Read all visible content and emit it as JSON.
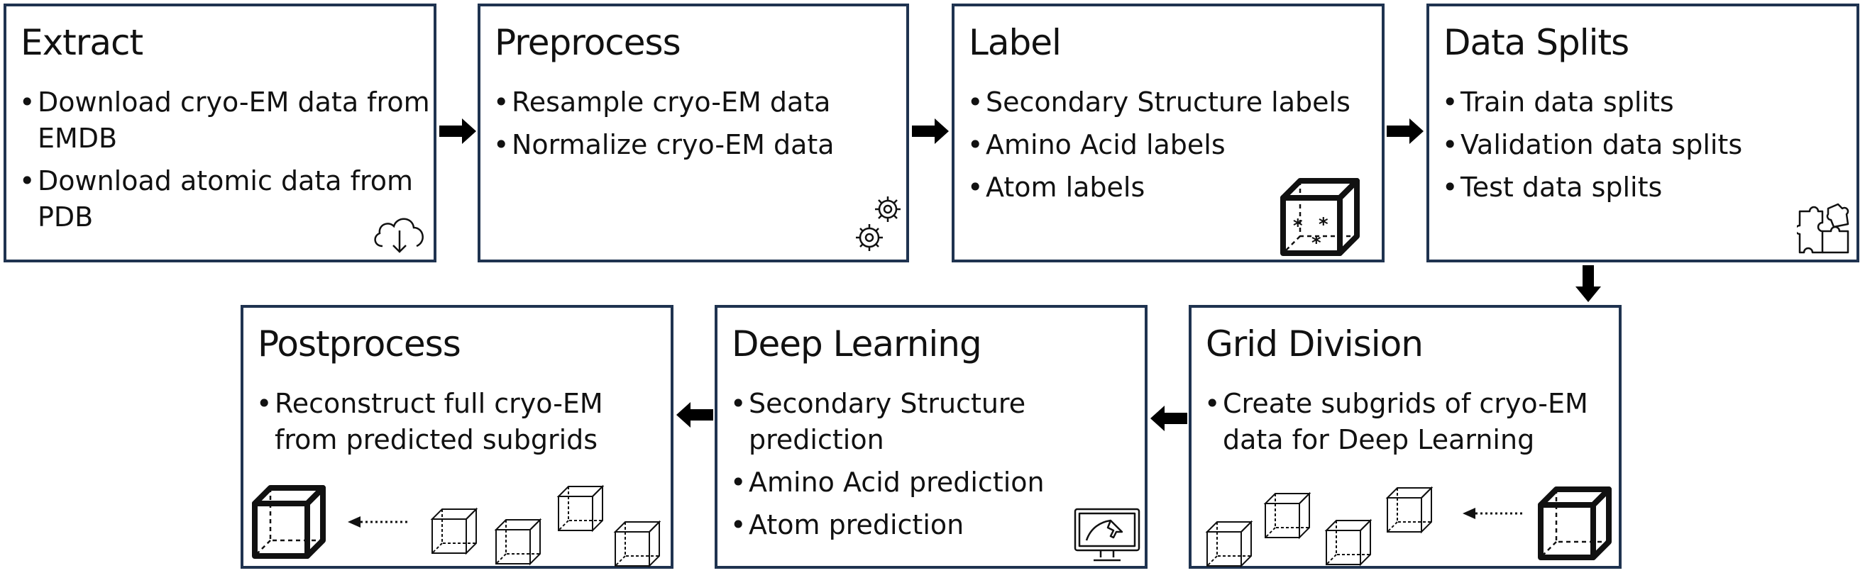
{
  "stages": [
    {
      "title": "Extract",
      "bullets": [
        "Download cryo-EM data from EMDB",
        "Download atomic data from PDB"
      ],
      "icon": "cloud-download-icon"
    },
    {
      "title": "Preprocess",
      "bullets": [
        "Resample cryo-EM data",
        "Normalize cryo-EM data"
      ],
      "icon": "gears-icon"
    },
    {
      "title": "Label",
      "bullets": [
        "Secondary Structure labels",
        "Amino Acid labels",
        "Atom labels"
      ],
      "icon": "labeled-cube-icon"
    },
    {
      "title": "Data Splits",
      "bullets": [
        "Train data splits",
        "Validation data splits",
        "Test data splits"
      ],
      "icon": "puzzle-icon"
    },
    {
      "title": "Grid Division",
      "bullets": [
        "Create subgrids of cryo-EM data for Deep Learning"
      ],
      "icon": "subgrid-cubes-icon"
    },
    {
      "title": "Deep Learning",
      "bullets": [
        "Secondary Structure prediction",
        "Amino Acid prediction",
        "Atom prediction"
      ],
      "icon": "monitor-icon"
    },
    {
      "title": "Postprocess",
      "bullets": [
        "Reconstruct full cryo-EM from predicted subgrids"
      ],
      "icon": "reassembled-cube-icon"
    }
  ],
  "colors": {
    "border": "#1f3350",
    "arrow": "#000000",
    "text": "#111111"
  }
}
